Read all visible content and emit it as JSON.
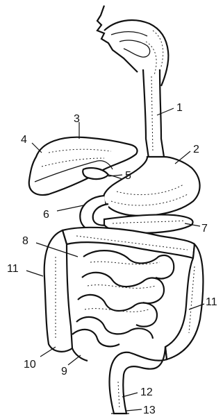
{
  "labels": {
    "l1": "1",
    "l2": "2",
    "l3": "3",
    "l4": "4",
    "l5": "5",
    "l6": "6",
    "l7": "7",
    "l8": "8",
    "l9": "9",
    "l10": "10",
    "l11a": "11",
    "l11b": "11",
    "l12": "12",
    "l13": "13"
  },
  "colors": {
    "ink": "#111111",
    "paper": "#ffffff"
  }
}
